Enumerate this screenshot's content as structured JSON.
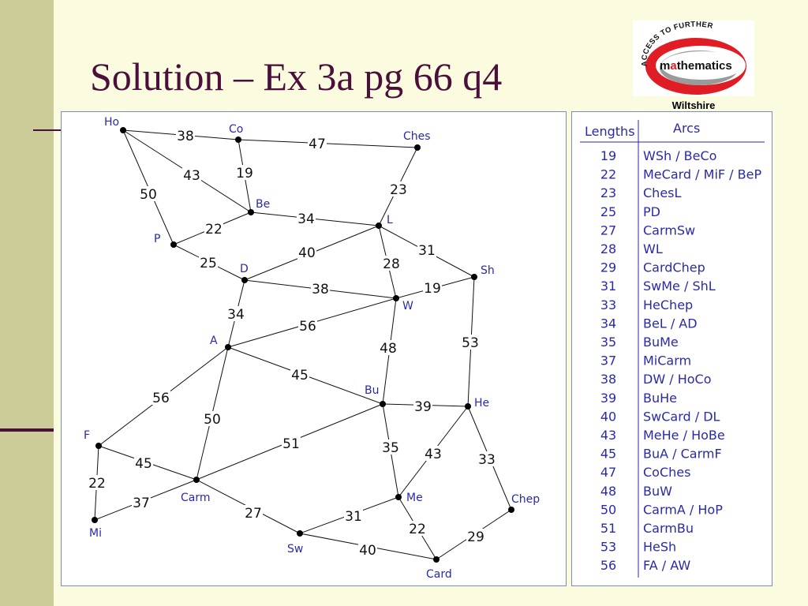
{
  "slide": {
    "title": "Solution – Ex 3a pg 66 q4"
  },
  "logo": {
    "arc_text": "ACCESS TO FURTHER",
    "word_prefix": "m",
    "word_highlight": "a",
    "word_suffix": "thematics",
    "caption": "Wiltshire"
  },
  "network": {
    "nodes": [
      {
        "id": "Ho",
        "label": "Ho"
      },
      {
        "id": "Co",
        "label": "Co"
      },
      {
        "id": "Ches",
        "label": "Ches"
      },
      {
        "id": "Be",
        "label": "Be"
      },
      {
        "id": "L",
        "label": "L"
      },
      {
        "id": "P",
        "label": "P"
      },
      {
        "id": "D",
        "label": "D"
      },
      {
        "id": "Sh",
        "label": "Sh"
      },
      {
        "id": "W",
        "label": "W"
      },
      {
        "id": "A",
        "label": "A"
      },
      {
        "id": "Bu",
        "label": "Bu"
      },
      {
        "id": "He",
        "label": "He"
      },
      {
        "id": "F",
        "label": "F"
      },
      {
        "id": "Carm",
        "label": "Carm"
      },
      {
        "id": "Me",
        "label": "Me"
      },
      {
        "id": "Chep",
        "label": "Chep"
      },
      {
        "id": "Mi",
        "label": "Mi"
      },
      {
        "id": "Sw",
        "label": "Sw"
      },
      {
        "id": "Card",
        "label": "Card"
      }
    ],
    "edges": [
      {
        "from": "Ho",
        "to": "Co",
        "weight": "38"
      },
      {
        "from": "Co",
        "to": "Ches",
        "weight": "47"
      },
      {
        "from": "Ho",
        "to": "Be",
        "weight": "43"
      },
      {
        "from": "Co",
        "to": "Be",
        "weight": "19"
      },
      {
        "from": "Ho",
        "to": "P",
        "weight": "50"
      },
      {
        "from": "Ches",
        "to": "L",
        "weight": "23"
      },
      {
        "from": "Be",
        "to": "L",
        "weight": "34"
      },
      {
        "from": "P",
        "to": "Be",
        "weight": "22"
      },
      {
        "from": "P",
        "to": "D",
        "weight": "25"
      },
      {
        "from": "D",
        "to": "L",
        "weight": "40"
      },
      {
        "from": "L",
        "to": "Sh",
        "weight": "31"
      },
      {
        "from": "L",
        "to": "W",
        "weight": "28"
      },
      {
        "from": "D",
        "to": "W",
        "weight": "38"
      },
      {
        "from": "W",
        "to": "Sh",
        "weight": "19"
      },
      {
        "from": "D",
        "to": "A",
        "weight": "34"
      },
      {
        "from": "A",
        "to": "W",
        "weight": "56"
      },
      {
        "from": "W",
        "to": "Bu",
        "weight": "48"
      },
      {
        "from": "Sh",
        "to": "He",
        "weight": "53"
      },
      {
        "from": "A",
        "to": "Bu",
        "weight": "45"
      },
      {
        "from": "A",
        "to": "F",
        "weight": "56"
      },
      {
        "from": "A",
        "to": "Carm",
        "weight": "50"
      },
      {
        "from": "Bu",
        "to": "He",
        "weight": "39"
      },
      {
        "from": "Carm",
        "to": "Bu",
        "weight": "51"
      },
      {
        "from": "Bu",
        "to": "Me",
        "weight": "35"
      },
      {
        "from": "He",
        "to": "Me",
        "weight": "43"
      },
      {
        "from": "He",
        "to": "Chep",
        "weight": "33"
      },
      {
        "from": "F",
        "to": "Carm",
        "weight": "45"
      },
      {
        "from": "F",
        "to": "Mi",
        "weight": "22"
      },
      {
        "from": "Mi",
        "to": "Carm",
        "weight": "37"
      },
      {
        "from": "Carm",
        "to": "Sw",
        "weight": "27"
      },
      {
        "from": "Sw",
        "to": "Me",
        "weight": "31"
      },
      {
        "from": "Me",
        "to": "Card",
        "weight": "22"
      },
      {
        "from": "Sw",
        "to": "Card",
        "weight": "40"
      },
      {
        "from": "Card",
        "to": "Chep",
        "weight": "29"
      }
    ]
  },
  "table": {
    "headers": [
      "Lengths",
      "Arcs"
    ],
    "rows": [
      {
        "length": "19",
        "arcs": "WSh / BeCo"
      },
      {
        "length": "22",
        "arcs": "MeCard / MiF / BeP"
      },
      {
        "length": "23",
        "arcs": "ChesL"
      },
      {
        "length": "25",
        "arcs": "PD"
      },
      {
        "length": "27",
        "arcs": "CarmSw"
      },
      {
        "length": "28",
        "arcs": "WL"
      },
      {
        "length": "29",
        "arcs": "CardChep"
      },
      {
        "length": "31",
        "arcs": "SwMe / ShL"
      },
      {
        "length": "33",
        "arcs": "HeChep"
      },
      {
        "length": "34",
        "arcs": "BeL / AD"
      },
      {
        "length": "35",
        "arcs": "BuMe"
      },
      {
        "length": "37",
        "arcs": "MiCarm"
      },
      {
        "length": "38",
        "arcs": "DW / HoCo"
      },
      {
        "length": "39",
        "arcs": "BuHe"
      },
      {
        "length": "40",
        "arcs": "SwCard / DL"
      },
      {
        "length": "43",
        "arcs": "MeHe / HoBe"
      },
      {
        "length": "45",
        "arcs": "BuA / CarmF"
      },
      {
        "length": "47",
        "arcs": "CoChes"
      },
      {
        "length": "48",
        "arcs": "BuW"
      },
      {
        "length": "50",
        "arcs": "CarmA / HoP"
      },
      {
        "length": "51",
        "arcs": "CarmBu"
      },
      {
        "length": "53",
        "arcs": "HeSh"
      },
      {
        "length": "56",
        "arcs": "FA / AW"
      }
    ]
  }
}
